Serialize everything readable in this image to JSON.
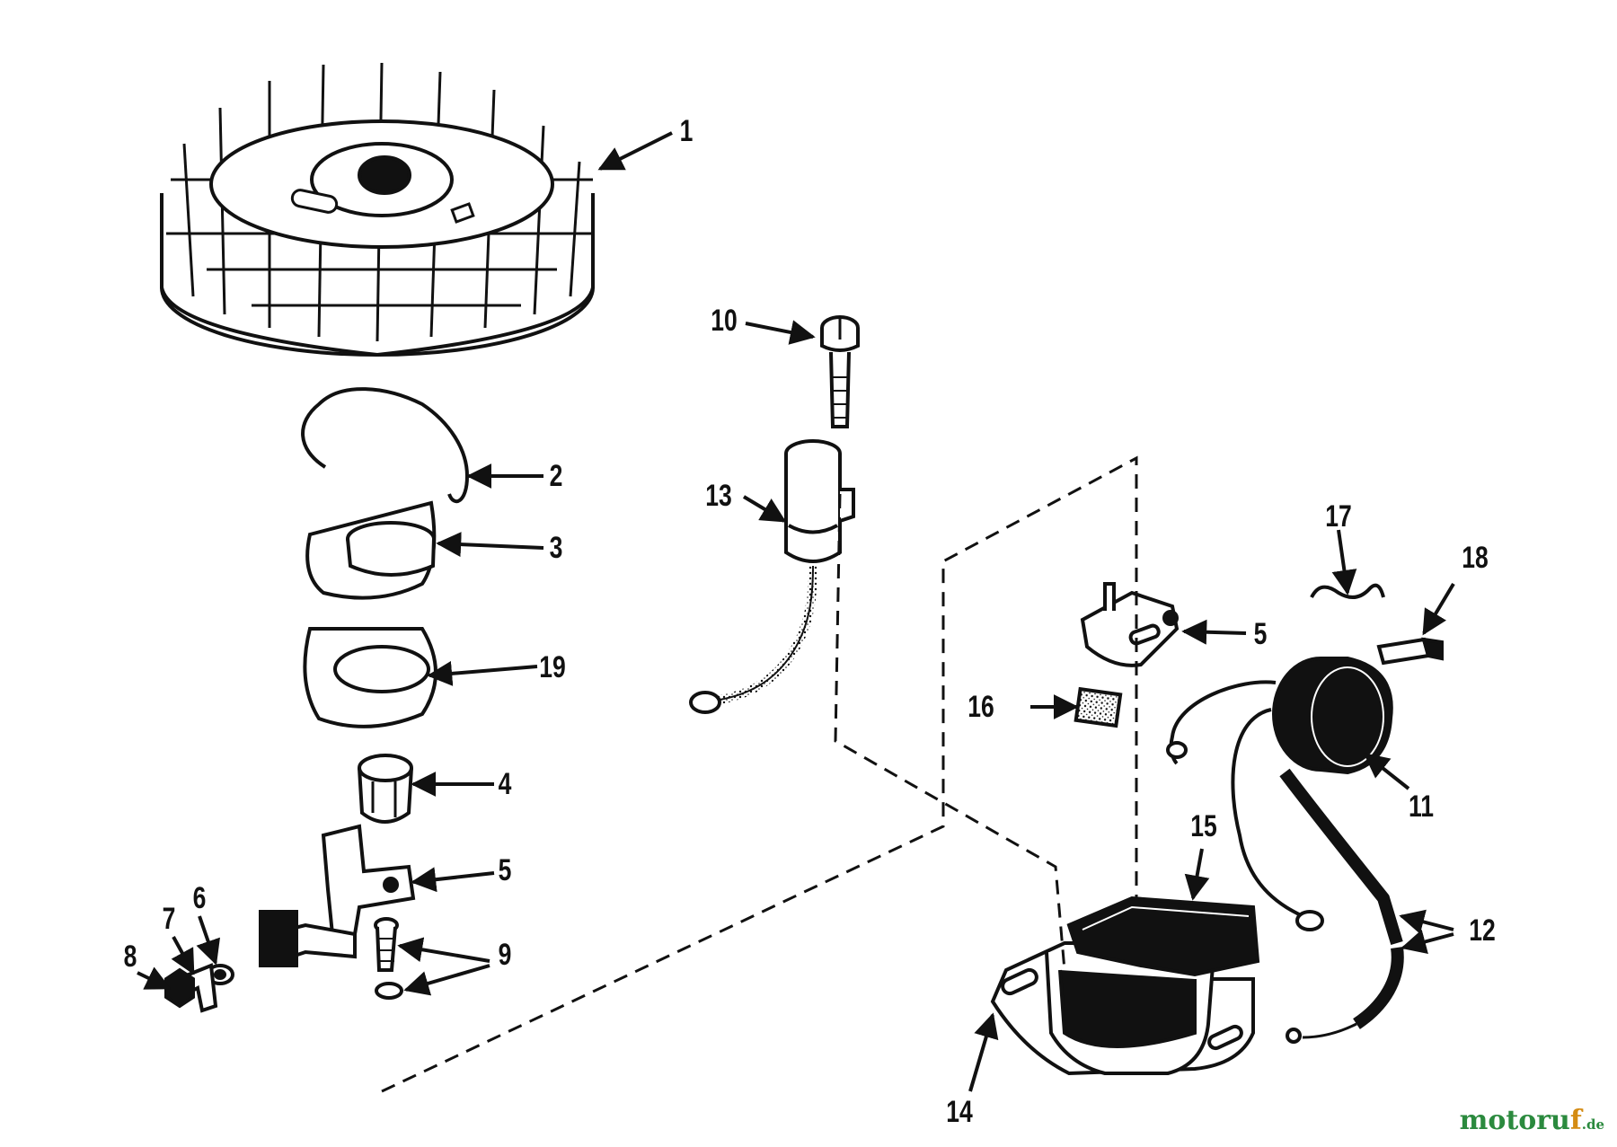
{
  "callouts": [
    {
      "id": "c1",
      "text": "1"
    },
    {
      "id": "c2",
      "text": "2"
    },
    {
      "id": "c3",
      "text": "3"
    },
    {
      "id": "c19",
      "text": "19"
    },
    {
      "id": "c4",
      "text": "4"
    },
    {
      "id": "c5a",
      "text": "5"
    },
    {
      "id": "c6",
      "text": "6"
    },
    {
      "id": "c7",
      "text": "7"
    },
    {
      "id": "c8",
      "text": "8"
    },
    {
      "id": "c9",
      "text": "9"
    },
    {
      "id": "c10",
      "text": "10"
    },
    {
      "id": "c13",
      "text": "13"
    },
    {
      "id": "c5b",
      "text": "5"
    },
    {
      "id": "c16",
      "text": "16"
    },
    {
      "id": "c17",
      "text": "17"
    },
    {
      "id": "c18",
      "text": "18"
    },
    {
      "id": "c11",
      "text": "11"
    },
    {
      "id": "c15",
      "text": "15"
    },
    {
      "id": "c12",
      "text": "12"
    },
    {
      "id": "c14",
      "text": "14"
    }
  ],
  "watermark": {
    "main": "motoru",
    "accent": "f",
    "tld": ".de"
  },
  "colors": {
    "ink": "#111111",
    "paper": "#ffffff",
    "watermark_green": "#2b8a3e",
    "watermark_orange": "#d48b12"
  }
}
